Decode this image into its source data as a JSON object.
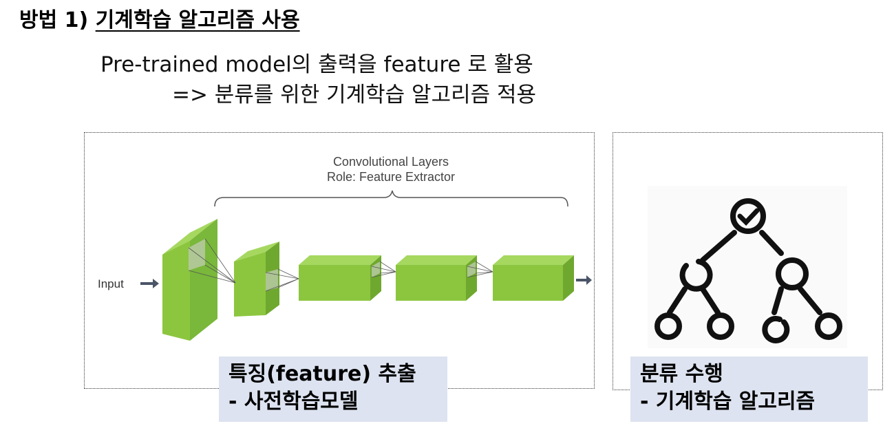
{
  "title": {
    "prefix": "방법 1) ",
    "underlined": "기계학습 알고리즘 사용"
  },
  "body": {
    "line1": "Pre-trained model의 출력을 feature 로 활용",
    "line2": "=> 분류를 위한  기계학습 알고리즘 적용"
  },
  "cnn_figure": {
    "heading_line1": "Convolutional Layers",
    "heading_line2": "Role: Feature Extractor",
    "input_label": "Input",
    "block_color": "#8cc63f"
  },
  "tree_figure": {
    "icon": "decision-tree-icon",
    "check_icon": "checkmark-icon"
  },
  "labels": {
    "left": {
      "line1": "특징(feature) 추출",
      "line2": "- 사전학습모델"
    },
    "right": {
      "line1": "분류 수행",
      "line2": "- 기계학습 알고리즘"
    }
  }
}
